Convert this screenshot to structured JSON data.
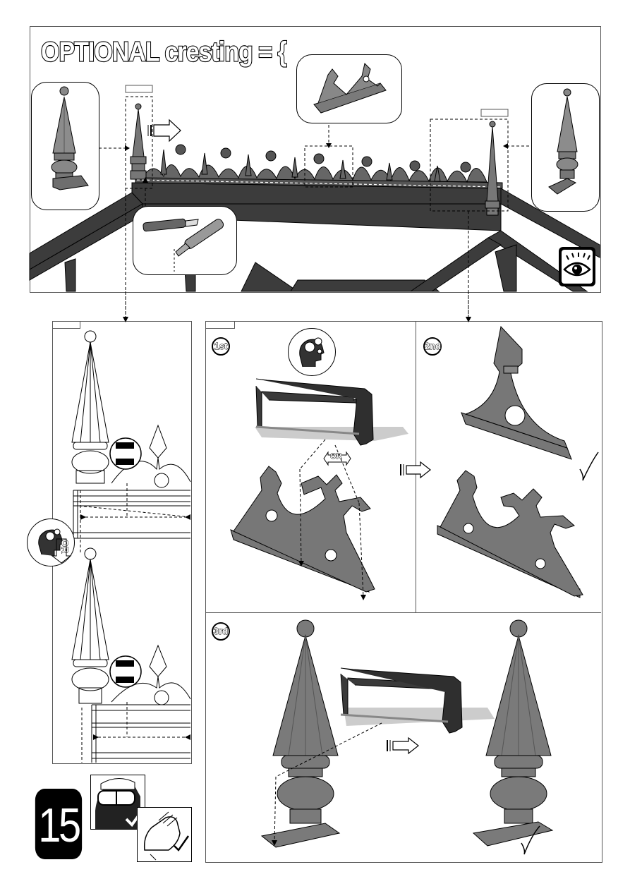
{
  "header": {
    "title": "OPTIONAL cresting = {"
  },
  "steps": {
    "first": "1st",
    "second": "2nd",
    "third": "3rd"
  },
  "or_labels": {
    "saw_option": "OR",
    "side_option": "OR"
  },
  "step_number": "15",
  "icons": [
    "eye-icon",
    "think-icon",
    "safety-goggles-icon",
    "gloves-icon",
    "check-icon",
    "arrow-right-icon"
  ],
  "colors": {
    "ink": "#000000",
    "part_fill": "#7d7d7d",
    "part_dark": "#4a4a4a",
    "frame": "#3a3a3a"
  }
}
